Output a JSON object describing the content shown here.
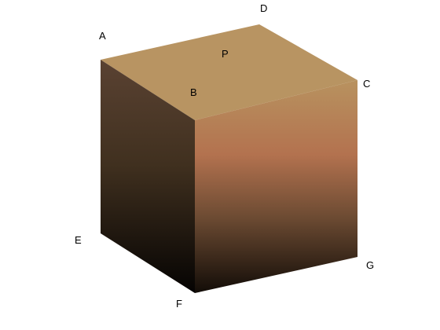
{
  "diagram": {
    "type": "shaded-cube",
    "labels": {
      "A": "A",
      "B": "B",
      "C": "C",
      "D": "D",
      "E": "E",
      "F": "F",
      "G": "G",
      "P": "P"
    },
    "colors": {
      "top_face": "#b89462",
      "front_top": "#b8925f",
      "front_mid": "#b3724f",
      "front_low": "#6b4a32",
      "front_bottom": "#120c07",
      "left_top": "#5a4232",
      "left_mid": "#40301f",
      "left_bottom": "#050302"
    }
  }
}
